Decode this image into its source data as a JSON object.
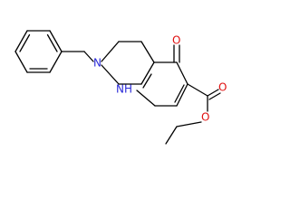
{
  "molecule": {
    "atoms": {
      "ring_n": "N",
      "nh": "NH",
      "ketone_o": "O",
      "ester_carbonyl_o": "O",
      "ester_ether_o": "O"
    },
    "colors": {
      "bond": "#000000",
      "nitrogen": "#2b2bd8",
      "oxygen": "#e01010",
      "background": "#ffffff"
    }
  }
}
